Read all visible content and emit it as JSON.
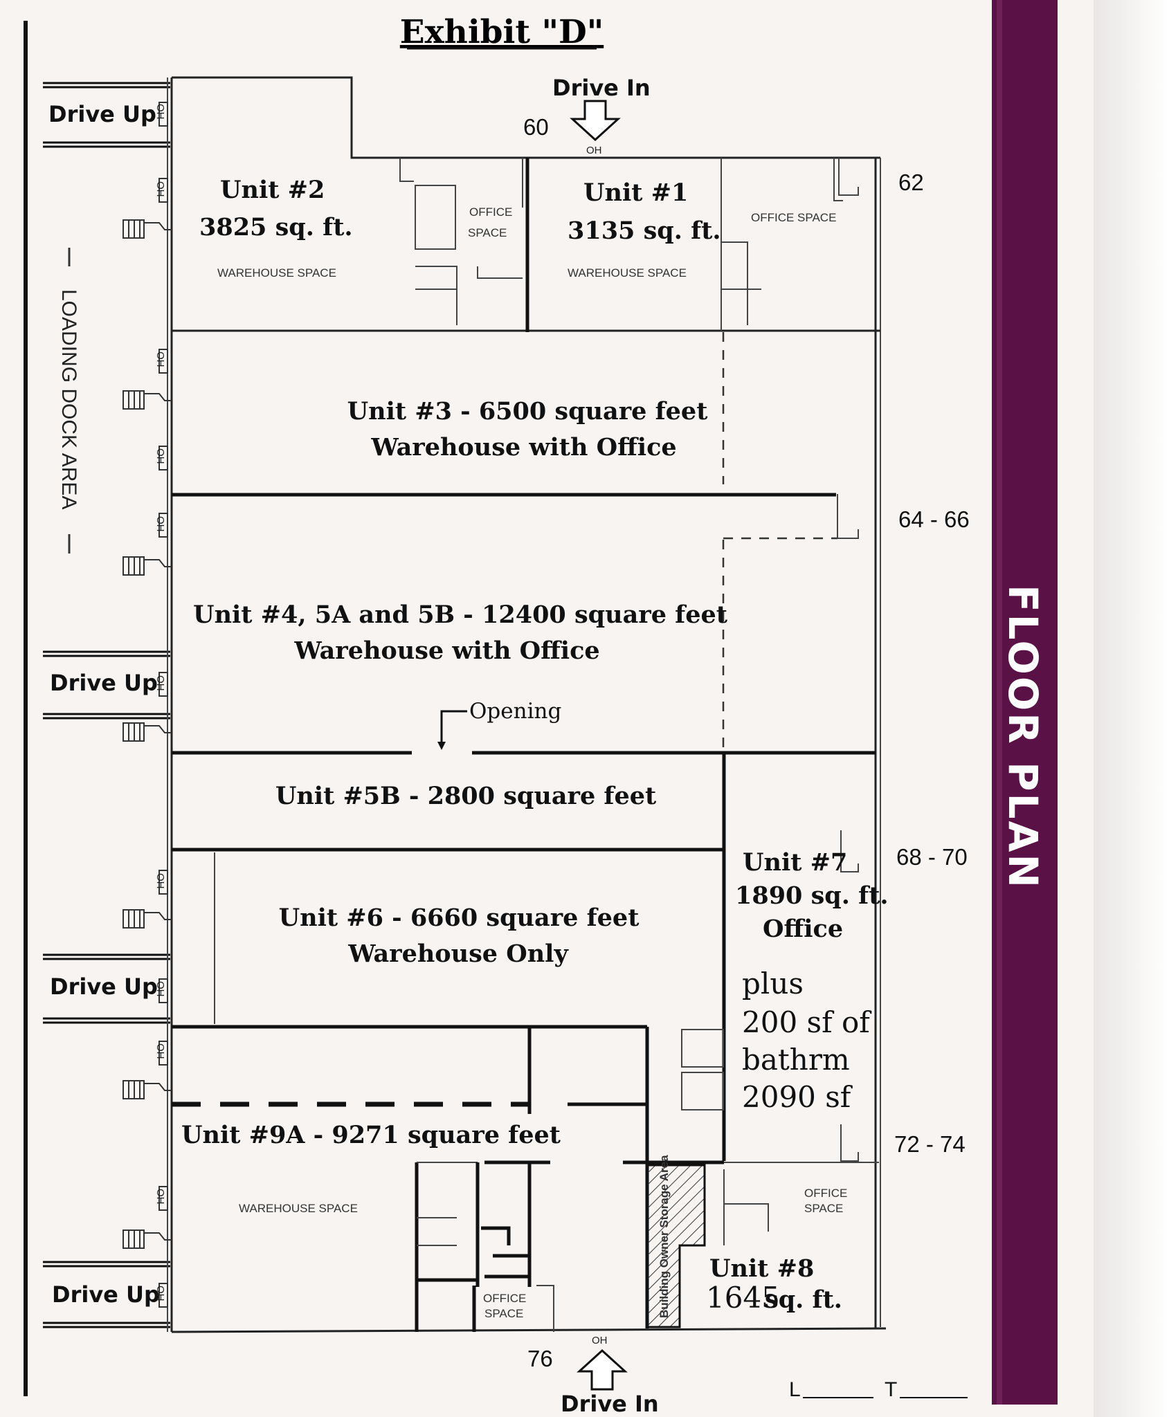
{
  "title": "Exhibit \"D\"",
  "sidebar": {
    "label": "FLOOR PLAN",
    "color": "#5a1146"
  },
  "loading_dock_label": "LOADING DOCK AREA",
  "drive_up_label": "Drive Up",
  "drive_in_label": "Drive In",
  "oh_label": "OH",
  "opening_label": "Opening",
  "units": {
    "u2": {
      "name": "Unit #2",
      "size": "3825 sq. ft."
    },
    "u1": {
      "name": "Unit #1",
      "size": "3135 sq. ft."
    },
    "u3": {
      "line1": "Unit #3 - 6500 square feet",
      "line2": "Warehouse with Office"
    },
    "u4": {
      "line1": "Unit #4, 5A and 5B - 12400 square feet",
      "line2": "Warehouse with Office"
    },
    "u5b": {
      "line1": "Unit #5B - 2800 square feet"
    },
    "u6": {
      "line1": "Unit #6 - 6660 square feet",
      "line2": "Warehouse Only"
    },
    "u7": {
      "name": "Unit #7",
      "size": "1890 sq. ft.",
      "type": "Office",
      "note": [
        "plus",
        "200 sf of",
        "bathrm",
        "2090 sf"
      ]
    },
    "u9a": {
      "line1": "Unit #9A - 9271 square feet"
    },
    "u8": {
      "name": "Unit #8",
      "size_num": "1645",
      "size_unit": "sq. ft."
    }
  },
  "labels": {
    "office_space": [
      "OFFICE",
      "SPACE"
    ],
    "office_space_one": "OFFICE SPACE",
    "warehouse_space": "WAREHOUSE SPACE",
    "storage": "Building Owner Storage Area"
  },
  "addresses": {
    "a60": "60",
    "a62": "62",
    "a64": "64 - 66",
    "a68": "68 - 70",
    "a72": "72 - 74",
    "a76": "76"
  },
  "initials": {
    "l": "L",
    "t": "T"
  }
}
